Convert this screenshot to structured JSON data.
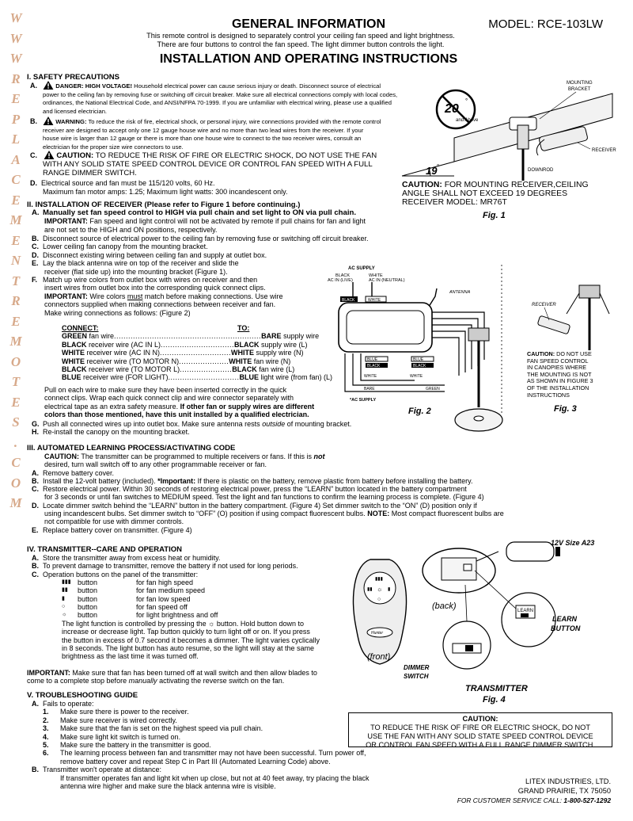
{
  "watermark": [
    "W",
    "W",
    "W",
    "R",
    "E",
    "P",
    "L",
    "A",
    "C",
    "E",
    "M",
    "E",
    "N",
    "T",
    "R",
    "E",
    "M",
    "O",
    "T",
    "E",
    "S",
    ".",
    "C",
    "O",
    "M"
  ],
  "header": {
    "title": "GENERAL INFORMATION",
    "model": "MODEL: RCE-103LW",
    "intro_1": "This remote control is designed to separately control your ceiling fan speed and light brightness.",
    "intro_2": "There are four buttons to control the fan speed. The light dimmer button controls the light.",
    "main_title": "INSTALLATION AND OPERATING INSTRUCTIONS"
  },
  "safety": {
    "heading": "I. SAFETY PRECAUTIONS",
    "a_bold": "DANGER: HIGH VOLTAGE!",
    "a_1": "Household electrical power can cause serious injury or death. Disconnect source of electrical",
    "a_2": "power to the ceiling fan by removing fuse or switching off circuit breaker. Make sure all electrical connections comply with local codes,",
    "a_3": "ordinances, the National Electrical Code, and ANSI/NFPA 70-1999. If you are unfamiliar with electrical wiring, please use a qualified",
    "a_4": "and licensed electrician.",
    "b_bold": "WARNING:",
    "b_1": "To reduce the risk of fire, electrical shock, or personal injury, wire connections provided with the remote control",
    "b_2": "receiver are designed to accept only one 12 gauge house wire and no more than two lead wires from the receiver.  If your",
    "b_3": "house wire is larger than 12 gauge or there is more than one house wire to connect to the two receiver wires, consult an",
    "b_4": "electrician for the proper size wire connectors to use.",
    "c_bold": "CAUTION:",
    "c_1": "TO REDUCE THE RISK OF FIRE OR ELECTRIC SHOCK, DO NOT USE THE FAN",
    "c_2": "WITH ANY SOLID STATE SPEED CONTROL DEVICE OR CONTROL FAN SPEED WITH A FULL",
    "c_3": "RANGE DIMMER SWITCH.",
    "d_1": "Electrical source and fan must be 115/120 volts, 60 Hz.",
    "d_2": "Maximum fan motor amps: 1.25; Maximum light watts: 300 incandescent only."
  },
  "fig1": {
    "deg20": "20",
    "above": "and Above",
    "deg19": "19",
    "mounting": "MOUNTING",
    "bracket": "BRACKET",
    "receiver": "RECEIVER",
    "downrod": "DOWNROD",
    "caution_bold": "CAUTION:",
    "caution_1": "FOR MOUNTING RECEIVER,CEILING",
    "caution_2": "ANGLE SHALL NOT EXCEED 19 DEGREES",
    "caution_3": "RECEIVER MODEL: MR76T",
    "label": "Fig. 1"
  },
  "receiver_install": {
    "heading": "II. INSTALLATION OF RECEIVER (Please refer to Figure 1 before continuing.)",
    "a_bold": "Manually set fan speed control to HIGH via pull chain and set light to ON via pull chain.",
    "a_imp": "IMPORTANT:",
    "a_1": "Fan speed and light control will not be activated by remote if pull chains for fan and light",
    "a_2": "are not set to the HIGH and ON positions, respectively.",
    "b": "Disconnect source of electrical power to the ceiling fan by removing fuse or switching off circuit breaker.",
    "c": "Lower ceiling fan canopy from the mounting bracket.",
    "d": "Disconnect existing wiring between ceiling fan and supply at outlet box.",
    "e_1": "Lay the black antenna wire on top of the receiver and slide the",
    "e_2": "receiver (flat side up) into the mounting bracket (Figure 1).",
    "f_1": "Match up wire colors from outlet box with wires on receiver and then",
    "f_2": "insert wires from outlet box into the corresponding quick connect clips.",
    "f_imp": "IMPORTANT:",
    "f_3a": "Wire colors",
    "f_must": "must",
    "f_3b": "match before making connections. Use wire",
    "f_4": "connectors supplied when making connections between receiver and fan.",
    "f_5": "Make wiring connections as follows: (Figure 2)",
    "connect_hdr": "CONNECT:",
    "to_hdr": "TO:",
    "rows": [
      {
        "c_b": "GREEN",
        "c": " fan wire",
        "dots": "..............................................................",
        "t_b": "BARE",
        "t": " supply wire"
      },
      {
        "c_b": "BLACK",
        "c": " receiver wire (AC IN L)",
        "dots": "...............................",
        "t_b": "BLACK",
        "t": " supply wire (L)"
      },
      {
        "c_b": "WHITE",
        "c": " receiver wire (AC IN N)",
        "dots": "..............................",
        "t_b": "WHITE",
        "t": " supply wire (N)"
      },
      {
        "c_b": "WHITE",
        "c": " receiver wire (TO MOTOR N)",
        "dots": ".....................",
        "t_b": "WHITE",
        "t": " fan wire (N)"
      },
      {
        "c_b": "BLACK",
        "c": " receiver wire (TO MOTOR L)",
        "dots": "......................",
        "t_b": "BLACK",
        "t": " fan wire (L)"
      },
      {
        "c_b": "BLUE",
        "c": " receiver wire (FOR LIGHT)",
        "dots": "..............................",
        "t_b": "BLUE",
        "t": " light wire (from fan) (L)"
      }
    ],
    "pull_1": "Pull on each wire to make sure they have been inserted correctly in the quick",
    "pull_2": "connect clips. Wrap each quick connect clip and wire connector separately with",
    "pull_3a": "electrical tape as an extra safety measure.",
    "pull_3b": "If other fan or supply wires are different",
    "pull_4": "colors than those mentioned, have this unit installed by a qualified electrician.",
    "g_a": "Push all connected wires up into outlet box. Make sure antenna rests",
    "g_i": "outside",
    "g_b": "of mounting bracket.",
    "h": "Re-install the canopy on the mounting bracket."
  },
  "fig2": {
    "ac_supply": "AC SUPPLY",
    "black": "BLACK",
    "white": "WHITE",
    "ac_live": "AC IN (LIVE)",
    "ac_neutral": "AC IN (NEUTRAL)",
    "antenna": "ANTENNA",
    "blue": "BLUE",
    "bare": "BARE",
    "green": "GREEN",
    "ac_supply_2": "*AC SUPPLY",
    "label": "Fig. 2"
  },
  "fig3": {
    "receiver": "RECEIVER",
    "caution_bold": "CAUTION:",
    "caution_1": "DO NOT USE",
    "caution_2": "FAN SPEED CONTROL",
    "caution_3": "IN CANOPIES WHERE",
    "caution_4": "THE MOUNTING IS NOT",
    "caution_5": "AS SHOWN IN FIGURE 3",
    "caution_6": "OF THE INSTALLATION",
    "caution_7": "INSTRUCTIONS",
    "label": "Fig. 3"
  },
  "learning": {
    "heading": "III.  AUTOMATED LEARNING PROCESS/ACTIVATING CODE",
    "caution_bold": "CAUTION:",
    "caution_a": "The transmitter can be programmed to multiple receivers or fans. If this is",
    "caution_not": "not",
    "caution_2": "desired, turn wall switch off to any other programmable receiver or fan.",
    "a": "Remove battery cover.",
    "b_a": "Install the 12-volt battery (included).",
    "b_imp": "*Important:",
    "b_b": "If there is plastic on the battery, remove plastic from battery before installing the battery.",
    "c_1": "Restore electrical power. Within 30 seconds of restoring electrical power, press the “LEARN” button located in the battery compartment",
    "c_2": "for 3 seconds or until fan switches to MEDIUM speed. Test the light and fan functions to confirm the learning process is complete. (Figure 4)",
    "d_1": "Locate dimmer switch behind the “LEARN” button in the battery compartment. (Figure 4) Set dimmer switch to the “ON” (D) position only if",
    "d_2a": "using incandescent bulbs. Set dimmer switch to “OFF” (O) position if using compact fluorescent bulbs.",
    "d_note": "NOTE:",
    "d_2b": "Most compact fluorescent bulbs are",
    "d_3": "not compatible for use with dimmer controls.",
    "e": "Replace battery cover on transmitter. (Figure 4)"
  },
  "transmitter": {
    "heading": "IV.  TRANSMITTER--CARE AND OPERATION",
    "a": "Store the transmitter away from excess heat or humidity.",
    "b": "To prevent damage to transmitter, remove the battery if not used for long periods.",
    "c": "Operation buttons on the panel of the transmitter:",
    "buttons": [
      {
        "icon": "▮▮▮",
        "label": "button",
        "desc": "for fan high speed"
      },
      {
        "icon": "▮▮",
        "label": "button",
        "desc": "for fan medium speed"
      },
      {
        "icon": "▮",
        "label": "button",
        "desc": "for fan low speed"
      },
      {
        "icon": "○",
        "label": "button",
        "desc": "for fan speed off"
      },
      {
        "icon": "☼",
        "label": "button",
        "desc": "for light brightness and off"
      }
    ],
    "light_1a": "The light function is controlled by pressing the",
    "light_1b": "button. Hold button down to",
    "light_2": "increase or decrease light. Tap button quickly to turn light off or on. If you press",
    "light_3": "the button in excess of 0.7 second it becomes a dimmer. The light varies cyclically",
    "light_4": "in 8 seconds. The light button has auto resume, so the light will stay at the same",
    "light_5": "brightness as the last time it was turned off.",
    "imp_bold": "IMPORTANT:",
    "imp_1": "Make sure that fan has been turned off at wall switch and then allow blades to",
    "imp_2a": "come to a complete stop before",
    "imp_i": "manually",
    "imp_2b": "activating the reverse switch on the fan."
  },
  "fig4": {
    "battery": "12V Size A23",
    "back": "(back)",
    "front": "(front)",
    "learn": "LEARN",
    "learn_button_1": "LEARN",
    "learn_button_2": "BUTTON",
    "dimmer_1": "DIMMER",
    "dimmer_2": "SWITCH",
    "brand": "Hunter",
    "title": "TRANSMITTER",
    "label": "Fig. 4"
  },
  "troubleshooting": {
    "heading": "V. TROUBLESHOOTING GUIDE",
    "a": "Fails to operate:",
    "items": [
      "Make sure there is power to the receiver.",
      "Make sure receiver is wired correctly.",
      "Make sure that the fan is set on the highest speed via pull chain.",
      "Make sure light kit switch is turned on.",
      "Make sure the battery in the transmitter is good.",
      "The learning process between fan and transmitter may not have been successful. Turn power off,"
    ],
    "item6_2": "remove battery cover and repeat Step C in Part III (Automated Learning Code) above.",
    "b": "Transmitter won't operate at distance:",
    "b_1": "If transmitter operates fan and light kit when up close, but not at 40 feet away, try placing the black",
    "b_2": "antenna wire higher and make sure the black antenna wire is visible."
  },
  "caution_box": {
    "title": "CAUTION:",
    "line_1": "TO REDUCE THE RISK OF FIRE OR ELECTRIC SHOCK, DO NOT",
    "line_2": "USE THE FAN WITH ANY SOLID STATE SPEED CONTROL DEVICE",
    "line_3": "OR CONTROL FAN SPEED WITH A FULL RANGE DIMMER SWITCH."
  },
  "footer": {
    "company": "LITEX INDUSTRIES, LTD.",
    "city": "GRAND PRAIRIE, TX  75050",
    "service_a": "FOR CUSTOMER SERVICE CALL:",
    "service_b": "1-800-527-1292"
  }
}
